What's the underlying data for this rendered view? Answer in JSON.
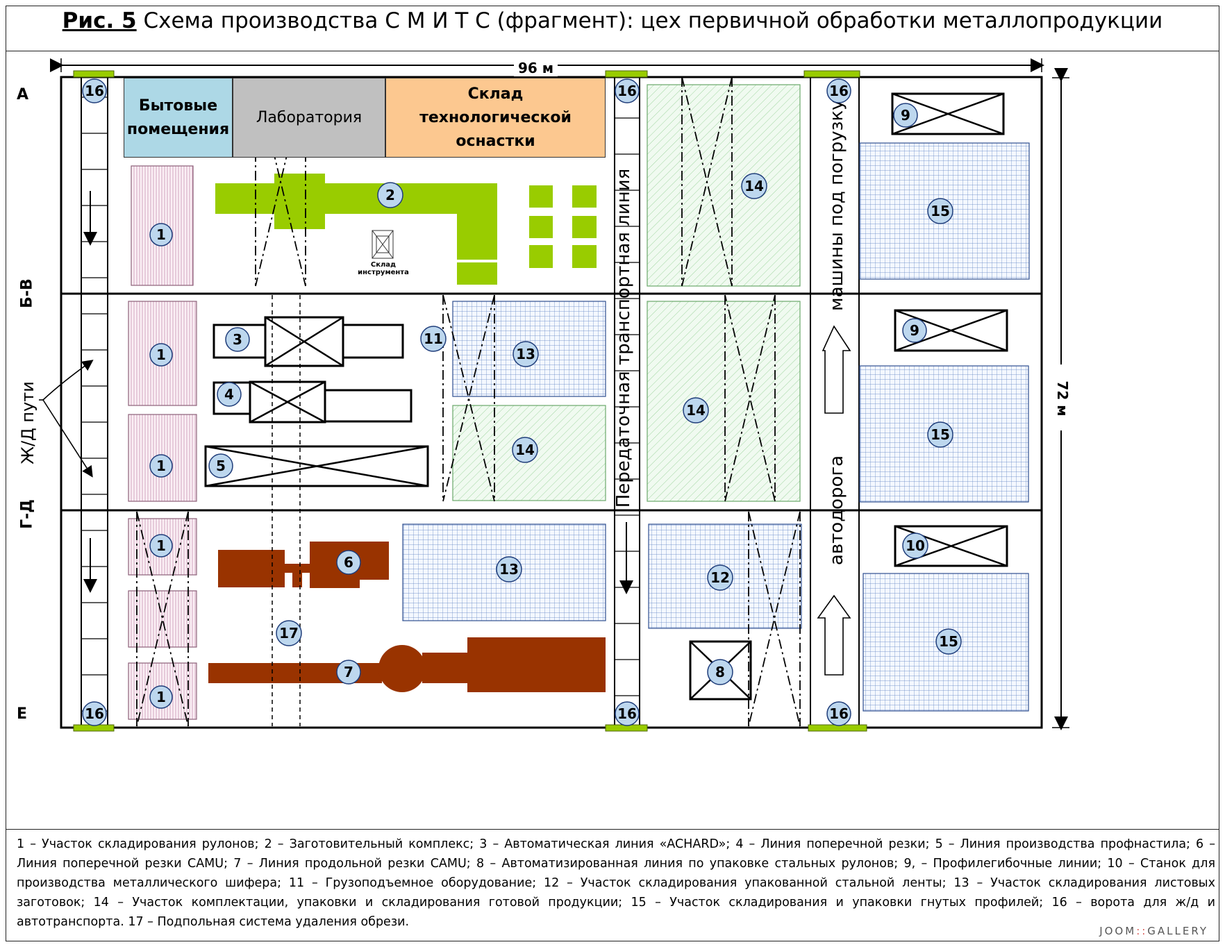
{
  "title": {
    "prefix": "Рис. 5",
    "text": " Схема производства С М И Т С (фрагмент): цех первичной обработки металлопродукции"
  },
  "dimensions": {
    "width": "96 м",
    "height": "72 м"
  },
  "axes": {
    "a": "А",
    "bv": "Б-В",
    "gd": "Г-Д",
    "e": "Е"
  },
  "labels": {
    "rail": "Ж/Д пути",
    "transfer_line": "Передаточная транспортная линия",
    "trucks": "машины под погрузку",
    "road": "автодорога",
    "tool_store_line1": "Склад",
    "tool_store_line2": "инструмента"
  },
  "rooms": {
    "household": "Бытовые помещения",
    "lab": "Лаборатория",
    "tooling": "Склад технологической оснастки"
  },
  "colors": {
    "household": "#add8e6",
    "lab": "#c0c0c0",
    "tooling": "#fcc890",
    "green_equipment": "#99cc00",
    "brown_equipment": "#993300",
    "marker_fill": "#bdd7ee",
    "marker_border": "#1f3d7a",
    "gate": "#99cc00"
  },
  "markers": {
    "m1": "1",
    "m2": "2",
    "m3": "3",
    "m4": "4",
    "m5": "5",
    "m6": "6",
    "m7": "7",
    "m8": "8",
    "m9": "9",
    "m10": "10",
    "m11": "11",
    "m12": "12",
    "m13": "13",
    "m14": "14",
    "m15": "15",
    "m16": "16",
    "m17": "17"
  },
  "legend": "1 – Участок складирования рулонов; 2 – Заготовительный комплекс; 3 – Автоматическая линия «ACHARD»; 4 – Линия поперечной резки; 5 – Линия производства профнастила; 6 – Линия поперечной резки CAMU; 7 – Линия продольной резки CAMU; 8 – Автоматизированная линия по упаковке стальных рулонов; 9, – Профилегибочные линии; 10 – Станок для производства металлического шифера; 11 – Грузоподъемное оборудование; 12 – Участок складирования упакованной стальной ленты; 13 – Участок складирования листовых заготовок; 14 – Участок комплектации, упаковки и складирования готовой продукции; 15 – Участок складирования и упаковки гнутых профилей; 16 – ворота для ж/д и автотранспорта. 17 – Подпольная система удаления обрези.",
  "watermark": {
    "a": "JOOM",
    "sep": "::",
    "b": "GALLERY"
  }
}
